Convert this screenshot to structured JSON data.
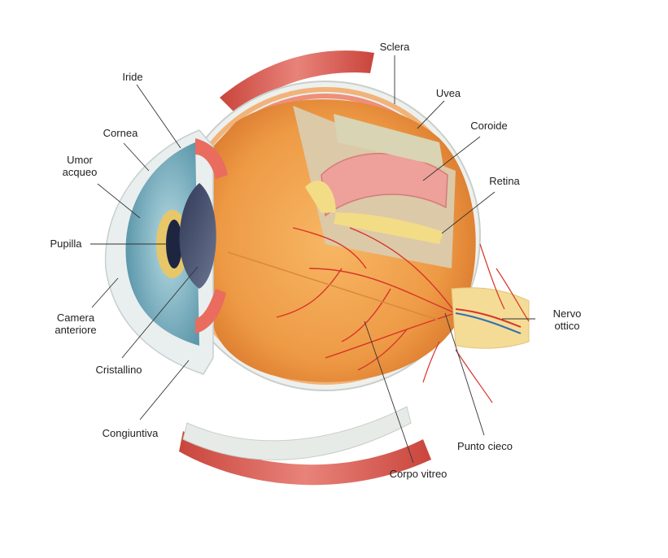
{
  "labels": {
    "sclera": "Sclera",
    "iride": "Iride",
    "uvea": "Uvea",
    "cornea": "Cornea",
    "coroide": "Coroide",
    "umor_acqueo": [
      "Umor",
      "acqueo"
    ],
    "retina": "Retina",
    "pupilla": "Pupilla",
    "camera_anteriore": [
      "Camera",
      "anteriore"
    ],
    "nervo_ottico": [
      "Nervo",
      "ottico"
    ],
    "cristallino": "Cristallino",
    "congiuntiva": "Congiuntiva",
    "punto_cieco": "Punto cieco",
    "corpo_vitreo": "Corpo vitreo"
  },
  "colors": {
    "sclera": "#eef0ee",
    "vitreous": "#f0a24a",
    "retina_pink": "#eea09a",
    "choroid_yellow": "#f3dc86",
    "iris_blue": "#7fb8c8",
    "lens": "#3f4a66",
    "muscle": "#d85a4e",
    "vessel": "#d8342a",
    "nerve": "#f4dc96"
  }
}
